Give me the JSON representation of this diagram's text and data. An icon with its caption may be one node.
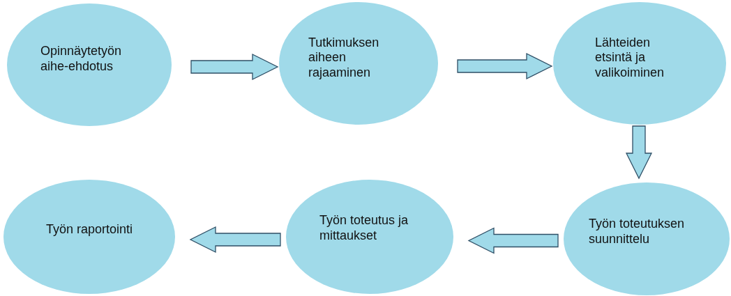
{
  "diagram": {
    "nodes": [
      {
        "text": [
          "Opinnäytetyön aihe-ehdotus"
        ]
      },
      {
        "text": [
          "Tutkimuksen aiheen rajaaminen"
        ]
      },
      {
        "text": [
          "Lähteiden etsintä ja valikoiminen"
        ]
      },
      {
        "text": [
          "Työn toteutuksen suunnittelu"
        ]
      },
      {
        "text": [
          "Työn toteutus ja mittaukset"
        ]
      },
      {
        "text": [
          "Työn raportointi"
        ]
      }
    ],
    "edges": [
      {
        "from": 0,
        "to": 1,
        "arrow": "to"
      },
      {
        "from": 1,
        "to": 2,
        "arrow": "to"
      },
      {
        "from": 2,
        "to": 3,
        "arrow": "to"
      },
      {
        "from": 3,
        "to": 4,
        "arrow": "to"
      },
      {
        "from": 4,
        "to": 5,
        "arrow": "to"
      }
    ]
  }
}
